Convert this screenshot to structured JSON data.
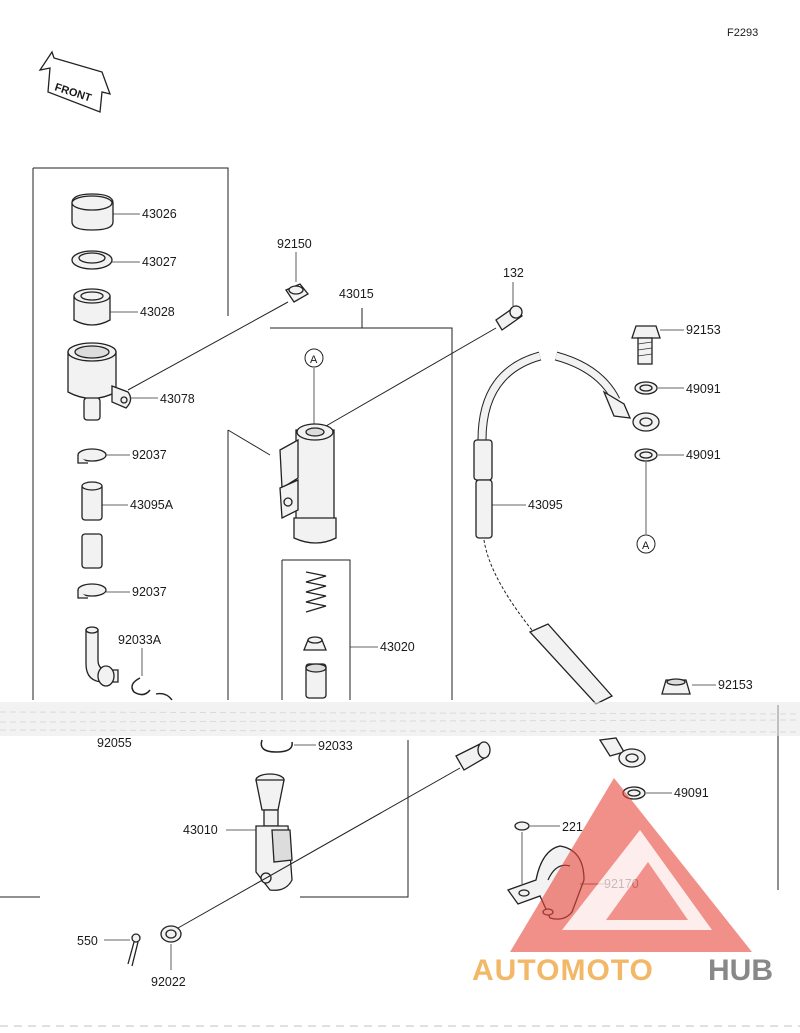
{
  "figure_code": "F2293",
  "front_label": "FRONT",
  "ref_marker": "A",
  "watermark": {
    "part1": "AUTOMOTO",
    "part2": "HUB",
    "color_red": "#e8463a",
    "color_orange": "#f0a742",
    "color_gray": "#6b6b6b"
  },
  "parts": {
    "p43026": "43026",
    "p43027": "43027",
    "p43028": "43028",
    "p43078": "43078",
    "p92037a": "92037",
    "p43095a": "43095A",
    "p92037b": "92037",
    "p92033a": "92033A",
    "p92055": "92055",
    "p92150": "92150",
    "p43015": "43015",
    "p132": "132",
    "p43020": "43020",
    "p92033": "92033",
    "p43010": "43010",
    "p550": "550",
    "p92022": "92022",
    "p92153a": "92153",
    "p49091a": "49091",
    "p49091b": "49091",
    "p43095": "43095",
    "p92153b": "92153",
    "p49091c": "49091",
    "p221": "221",
    "p92170": "92170"
  }
}
